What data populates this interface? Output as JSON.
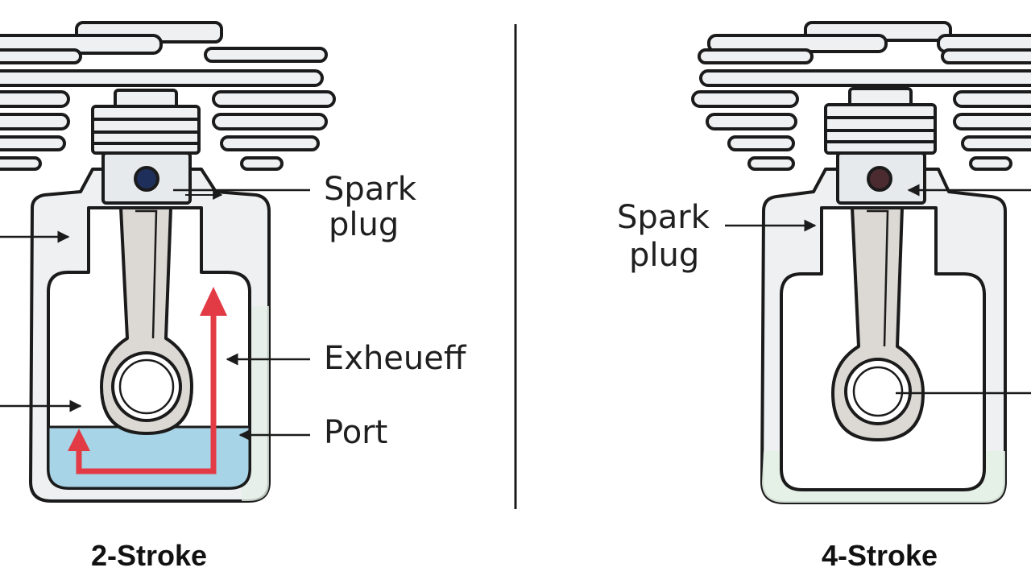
{
  "diagrams": {
    "left": {
      "caption": "2-Stroke",
      "labels": {
        "spark_plug_line1": "Spark",
        "spark_plug_line2": "plug",
        "exhaust": "Exheueff",
        "port": "Port"
      }
    },
    "right": {
      "caption": "4-Stroke",
      "labels": {
        "spark_plug_line1": "Spark",
        "spark_plug_line2": "plug"
      }
    }
  },
  "colors": {
    "outline": "#1b1b1b",
    "engine_fill": "#eef0f2",
    "rod_fill": "#dcd8d4",
    "coolant_fill": "#a7d4e6",
    "crankcase_tint": "#e3efe6",
    "flow_arrow": "#e23b45",
    "spark_plug_left": "#1f2f5c",
    "spark_plug_right": "#4b2a30"
  }
}
